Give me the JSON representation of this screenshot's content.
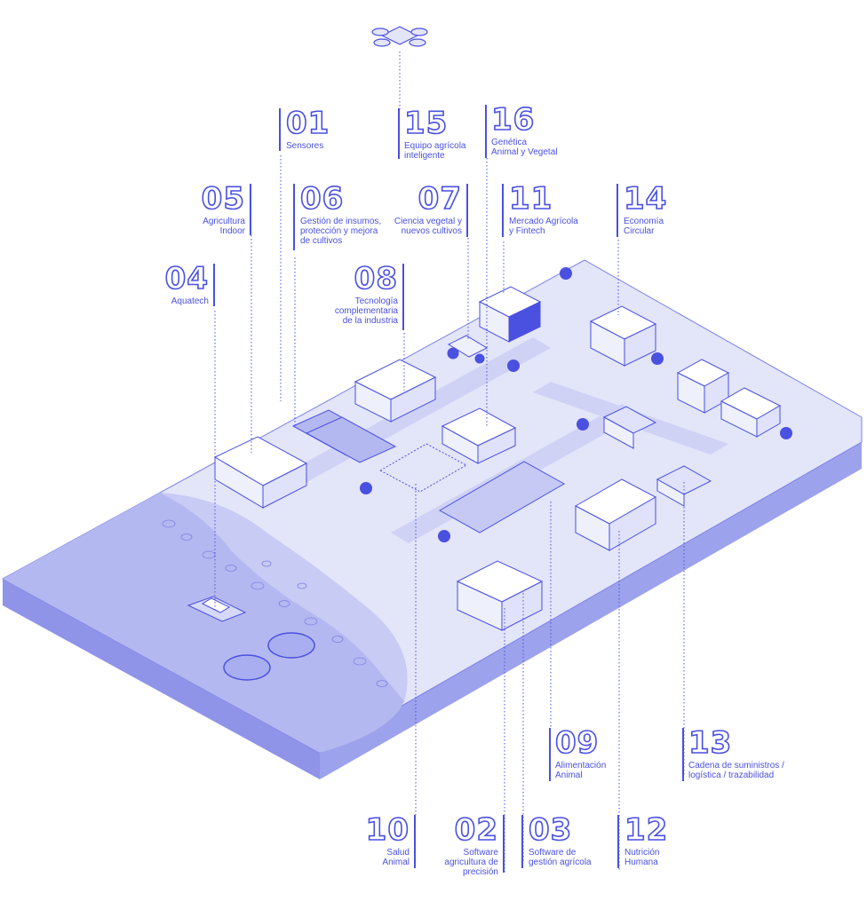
{
  "labels": [
    {
      "id": "01",
      "text": "Sensores"
    },
    {
      "id": "02",
      "text": "Software\nagricultura de\nprecisión"
    },
    {
      "id": "03",
      "text": "Software de\ngestión agrícola"
    },
    {
      "id": "04",
      "text": "Aquatech"
    },
    {
      "id": "05",
      "text": "Agricultura\nIndoor"
    },
    {
      "id": "06",
      "text": "Gestión de insumos,\nprotección y mejora\nde cultivos"
    },
    {
      "id": "07",
      "text": "Ciencia vegetal y\nnuevos cultivos"
    },
    {
      "id": "08",
      "text": "Tecnología\ncomplementaria\nde la industria"
    },
    {
      "id": "09",
      "text": "Alimentación\nAnimal"
    },
    {
      "id": "10",
      "text": "Salud\nAnimal"
    },
    {
      "id": "11",
      "text": "Mercado Agrícola\ny Fintech"
    },
    {
      "id": "12",
      "text": "Nutrición\nHumana"
    },
    {
      "id": "13",
      "text": "Cadena de suministros /\nlogística / trazabilidad"
    },
    {
      "id": "14",
      "text": "Economía\nCircular"
    },
    {
      "id": "15",
      "text": "Equipo agrícola\ninteligente"
    },
    {
      "id": "16",
      "text": "Genética\nAnimal y Vegetal"
    }
  ],
  "colors": {
    "accent": "#4a50e0",
    "ground": "#e3e5f8",
    "water": "#b4b8f0",
    "water_deep": "#8f94e8",
    "edge": "#9da2ec"
  }
}
